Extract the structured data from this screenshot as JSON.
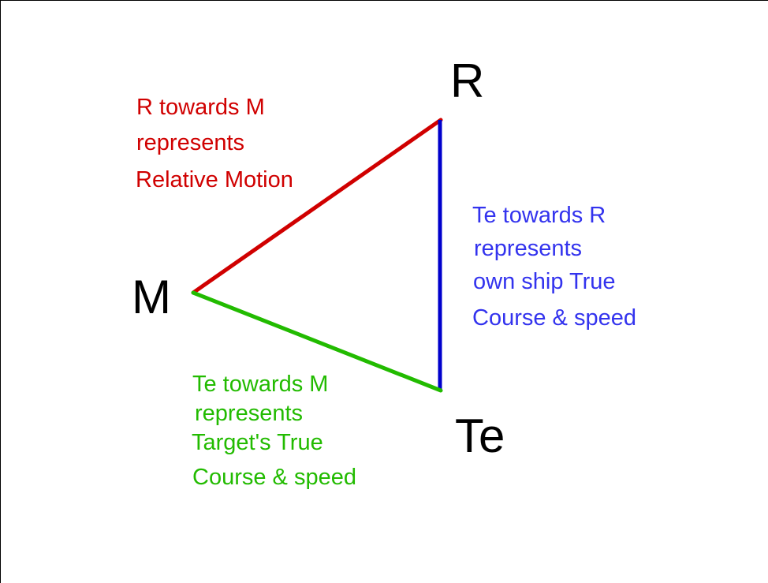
{
  "points": {
    "R": "R",
    "M": "M",
    "Te": "Te"
  },
  "colors": {
    "relative_motion": "#d00000",
    "target": "#22bb00",
    "own_ship": "#0000cc",
    "own_ship_text": "#3333ee",
    "labels": "#000000"
  },
  "notes": {
    "relative_motion": [
      "R towards M",
      "represents",
      "Relative Motion"
    ],
    "own_ship": [
      "Te towards R",
      "represents",
      "own ship True",
      "Course & speed"
    ],
    "target": [
      "Te towards M",
      "represents",
      "Target's True",
      "Course & speed"
    ]
  }
}
